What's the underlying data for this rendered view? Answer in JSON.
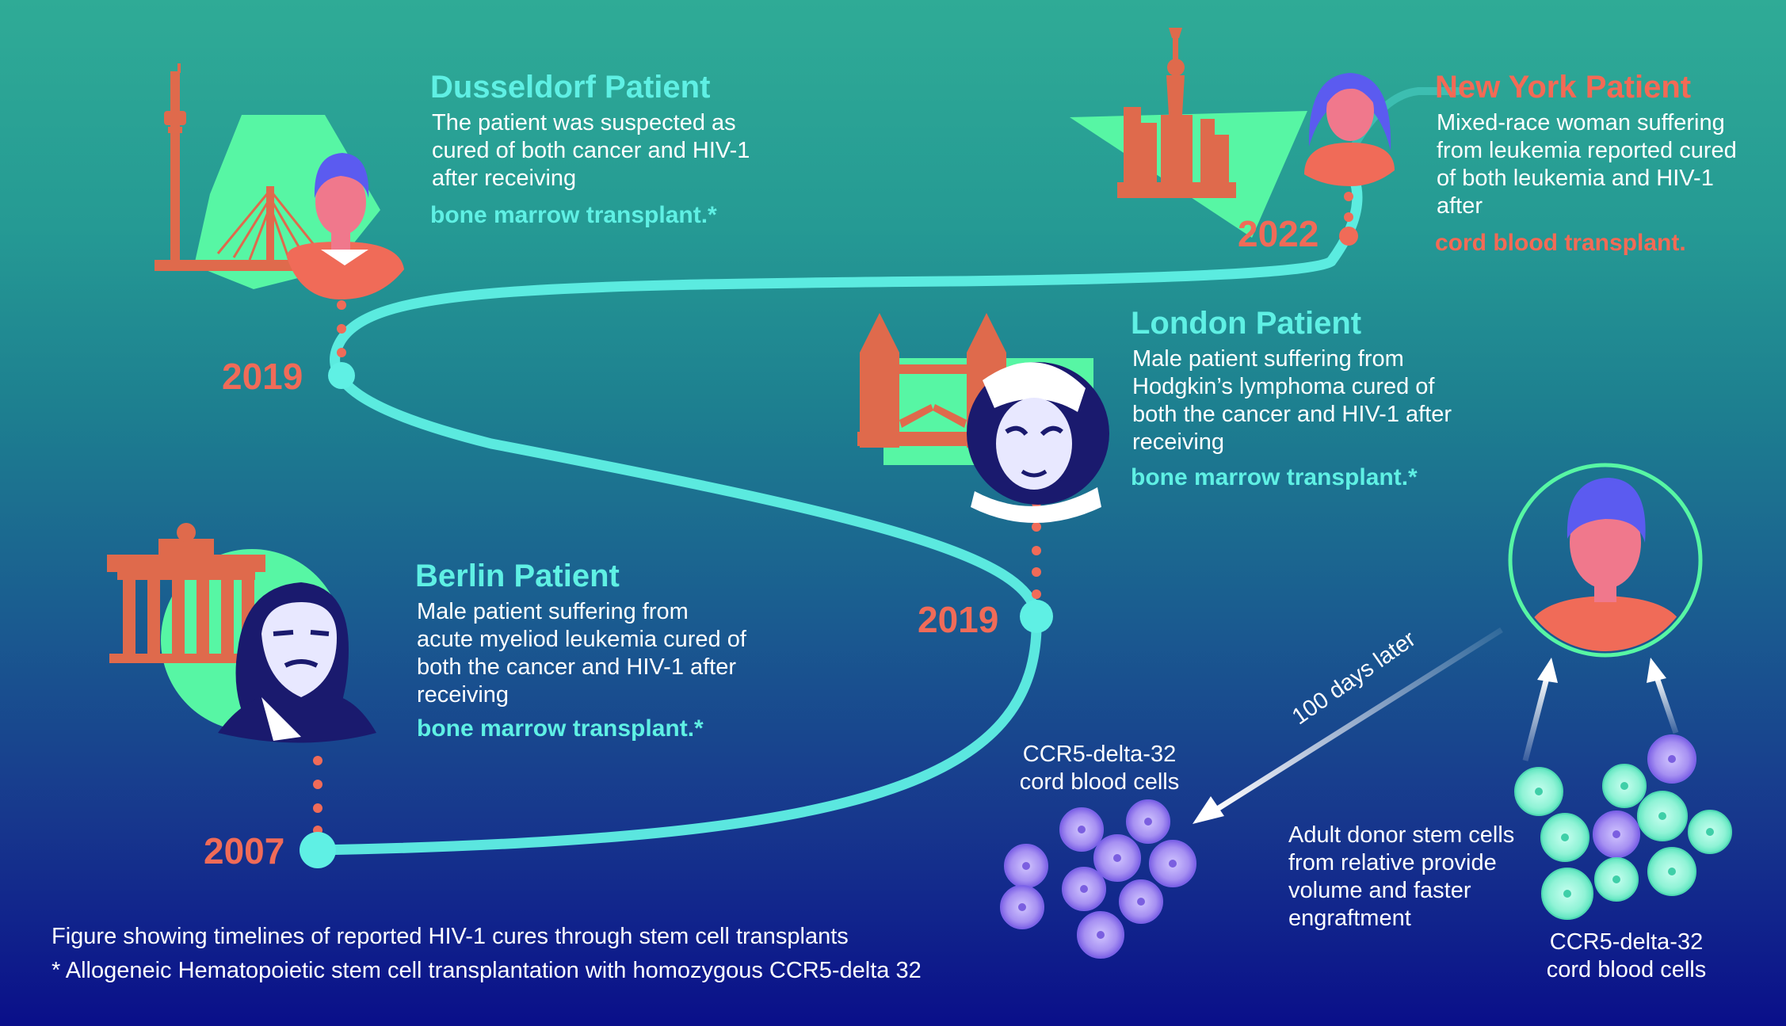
{
  "colors": {
    "timeline": "#5ff0e4",
    "year": "#f06b58",
    "title_cyan": "#5ff0e4",
    "title_coral": "#f46a55",
    "landmark": "#df6a4c",
    "blob": "#57f6a4",
    "cell_purple": "#a48ef0",
    "cell_green": "#8df5d5"
  },
  "patients": {
    "dusseldorf": {
      "title": "Dusseldorf Patient",
      "description": "The patient was suspected as cured of both cancer and HIV-1 after receiving",
      "highlight": "bone marrow transplant.*",
      "year": "2019"
    },
    "new_york": {
      "title": "New York Patient",
      "description": "Mixed-race woman suffering from leukemia reported cured of both leukemia and HIV-1 after",
      "highlight": "cord blood transplant.",
      "year": "2022"
    },
    "london": {
      "title": "London Patient",
      "description": "Male patient suffering from Hodgkin’s  lymphoma cured of both the cancer and HIV-1 after receiving",
      "highlight": "bone marrow transplant.*",
      "year": "2019"
    },
    "berlin": {
      "title": "Berlin Patient",
      "description": "Male patient suffering from acute myeliod leukemia cured of both the cancer and HIV-1 after receiving",
      "highlight": "bone marrow transplant.*",
      "year": "2007"
    }
  },
  "process": {
    "arrow_label": "100 days later",
    "left_cells_label": "CCR5-delta-32 cord blood cells",
    "donor_text": "Adult donor stem cells from relative provide volume and faster engraftment",
    "right_cells_label": "CCR5-delta-32 cord blood cells"
  },
  "footer": {
    "line1": "Figure showing timelines of reported HIV-1 cures through stem cell transplants",
    "line2": "* Allogeneic Hematopoietic stem cell transplantation with homozygous CCR5-delta 32"
  }
}
